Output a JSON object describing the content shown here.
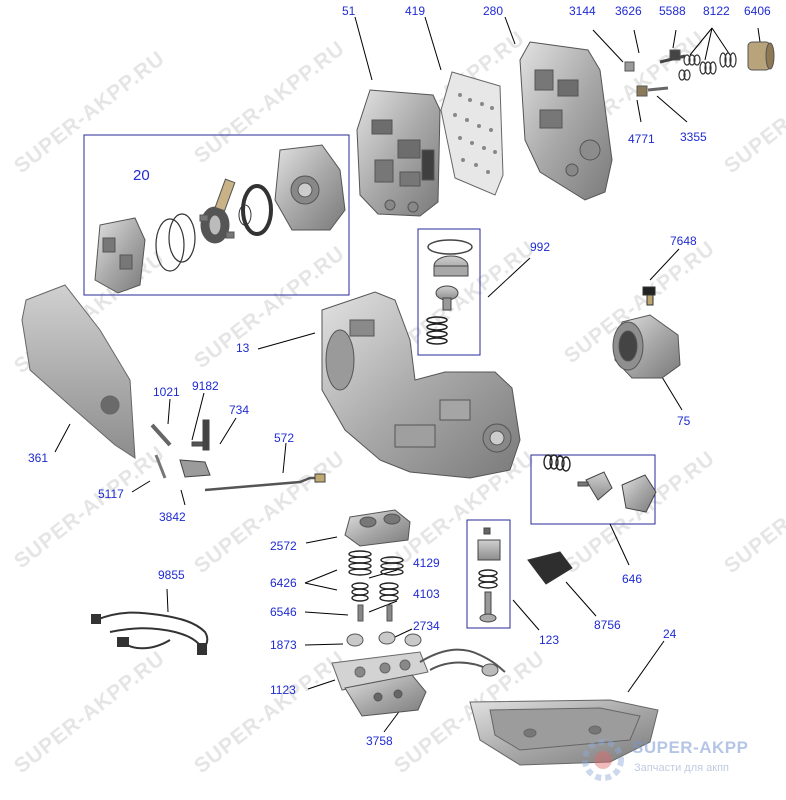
{
  "labels": {
    "p51": "51",
    "p419": "419",
    "p280": "280",
    "p3144": "3144",
    "p3626": "3626",
    "p5588": "5588",
    "p8122": "8122",
    "p6406": "6406",
    "p4771": "4771",
    "p3355": "3355",
    "p20": "20",
    "p992": "992",
    "p7648": "7648",
    "p13": "13",
    "p75": "75",
    "p361": "361",
    "p1021": "1021",
    "p9182": "9182",
    "p734": "734",
    "p572": "572",
    "p5117": "5117",
    "p3842": "3842",
    "p2572": "2572",
    "p4129": "4129",
    "p6426": "6426",
    "p4103": "4103",
    "p6546": "6546",
    "p2734": "2734",
    "p1873": "1873",
    "p1123": "1123",
    "p3758": "3758",
    "p9855": "9855",
    "p646": "646",
    "p8756": "8756",
    "p123": "123",
    "p24": "24"
  },
  "watermark": "SUPER-AKPP.RU",
  "brand": {
    "name": "SUPER-AKPP",
    "tagline": "Запчасти для акпп"
  },
  "colors": {
    "label": "#1f2bd1",
    "leader": "#000000",
    "part_fill": "#bfbfbf",
    "part_stroke": "#555555",
    "box": "#2a2a9a"
  }
}
